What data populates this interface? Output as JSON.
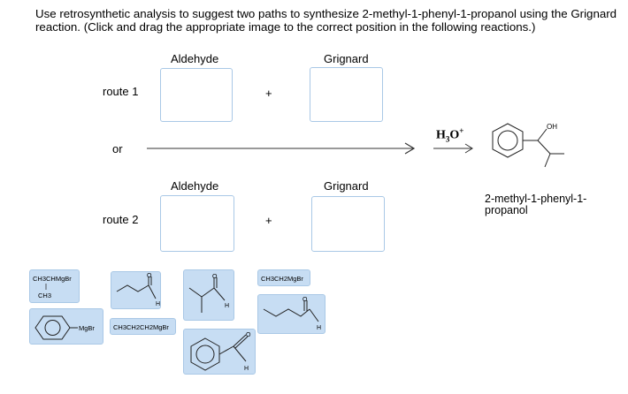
{
  "instructions": "Use retrosynthetic analysis to suggest two paths to synthesize 2-methyl-1-phenyl-1-propanol using the Grignard reaction. (Click and drag the appropriate image to the correct position in the following reactions.)",
  "headers": {
    "aldehyde": "Aldehyde",
    "grignard": "Grignard"
  },
  "routes": [
    {
      "label": "route 1"
    },
    {
      "label": "route 2"
    }
  ],
  "or_label": "or",
  "plus": "+",
  "reagent": {
    "h": "H",
    "sub": "3",
    "o": "O",
    "sup": "+"
  },
  "product": {
    "name": "2-methyl-1-phenyl-1-propanol",
    "line1": "2-methyl-1-phenyl-1-",
    "line2": "propanol",
    "oh": "OH"
  },
  "tiles": [
    {
      "id": "isopropylmgbr",
      "line1": "CH3CHMgBr",
      "line2": "CH3"
    },
    {
      "id": "propanal",
      "o": "O",
      "h": "H"
    },
    {
      "id": "isobutyraldehyde",
      "o": "O",
      "h": "H"
    },
    {
      "id": "ethylmgbr",
      "formula": "CH3CH2MgBr"
    },
    {
      "id": "butanal",
      "o": "O",
      "h": "H"
    },
    {
      "id": "phenylmgbr",
      "label": "MgBr"
    },
    {
      "id": "propylmgbr",
      "formula": "CH3CH2CH2MgBr"
    },
    {
      "id": "benzaldehyde",
      "o": "O",
      "h": "H"
    }
  ]
}
